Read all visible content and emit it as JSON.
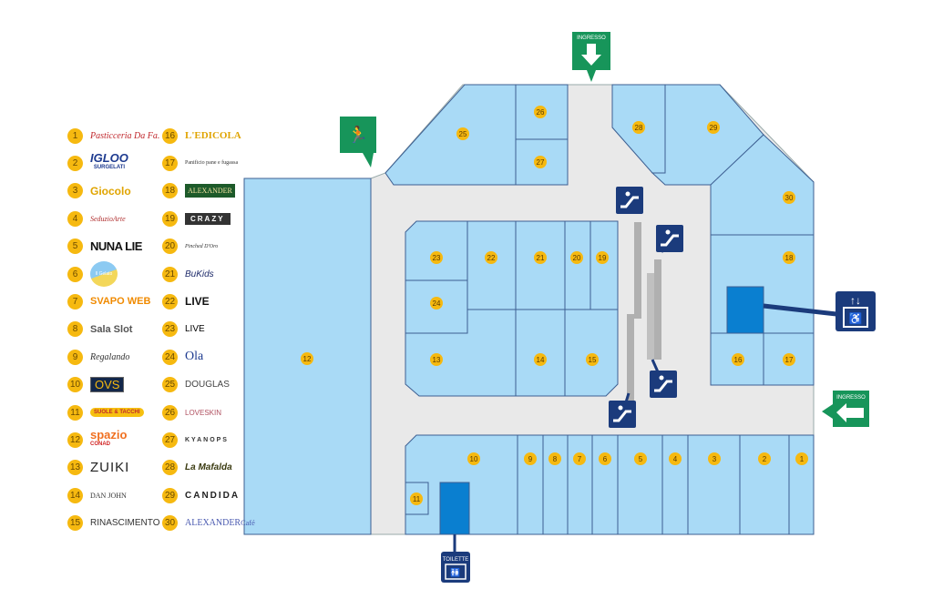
{
  "signs": {
    "entrance_top": "INGRESSO",
    "entrance_right": "INGRESSO",
    "toilet": "TOILETTE"
  },
  "stores": [
    {
      "num": "1",
      "name": "Pasticceria Da Fa."
    },
    {
      "num": "2",
      "name": "IGLOO",
      "sub": "SURGELATI"
    },
    {
      "num": "3",
      "name": "Giocolo"
    },
    {
      "num": "4",
      "name": "SeduzioArte"
    },
    {
      "num": "5",
      "name": "NUNA LIE"
    },
    {
      "num": "6",
      "name": "Il Gelato"
    },
    {
      "num": "7",
      "name": "SVAPO WEB"
    },
    {
      "num": "8",
      "name": "Sala Slot"
    },
    {
      "num": "9",
      "name": "Regalando"
    },
    {
      "num": "10",
      "name": "OVS"
    },
    {
      "num": "11",
      "name": "SUOLE & TACCHI"
    },
    {
      "num": "12",
      "name": "spazio",
      "sub": "CONAD"
    },
    {
      "num": "13",
      "name": "ZUIKI"
    },
    {
      "num": "14",
      "name": "DAN JOHN"
    },
    {
      "num": "15",
      "name": "RINASCIMENTO"
    },
    {
      "num": "16",
      "name": "L'EDICOLA"
    },
    {
      "num": "17",
      "name": "Panificio pane e fugassa"
    },
    {
      "num": "18",
      "name": "ALEXANDER"
    },
    {
      "num": "19",
      "name": "CRAZY"
    },
    {
      "num": "20",
      "name": "Pinched D'Oro"
    },
    {
      "num": "21",
      "name": "BuKids"
    },
    {
      "num": "22",
      "name": "LIVE"
    },
    {
      "num": "23",
      "name": "LIVE"
    },
    {
      "num": "24",
      "name": "Ola"
    },
    {
      "num": "25",
      "name": "DOUGLAS"
    },
    {
      "num": "26",
      "name": "LOVESKIN"
    },
    {
      "num": "27",
      "name": "KYANOPS"
    },
    {
      "num": "28",
      "name": "La Mafalda"
    },
    {
      "num": "29",
      "name": "CANDIDA"
    },
    {
      "num": "30",
      "name": "ALEXANDER",
      "sub": "Café"
    }
  ],
  "colors": {
    "shop": "#a9daf6",
    "stroke": "#3d5f92",
    "corridor": "#e9e9e9",
    "badge": "#f6b910",
    "navy": "#1b3b7c",
    "green": "#17955a",
    "service": "#0a7fd0"
  }
}
